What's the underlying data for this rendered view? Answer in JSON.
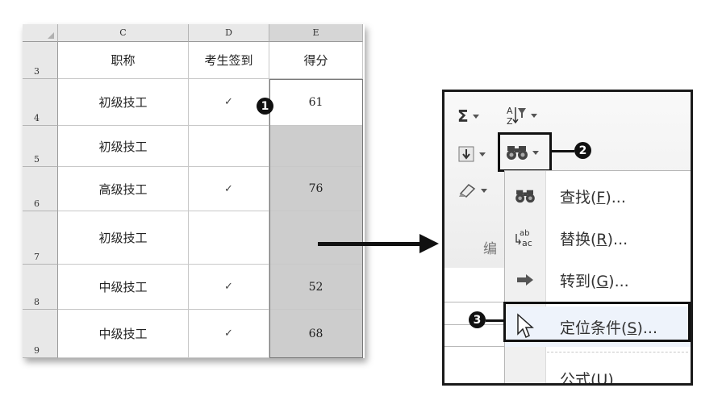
{
  "spreadsheet": {
    "column_headers": [
      "C",
      "D",
      "E"
    ],
    "header_row": {
      "row_number": "3",
      "cells": [
        "职称",
        "考生签到",
        "得分"
      ]
    },
    "rows": [
      {
        "row_number": "4",
        "title": "初级技工",
        "checkin": "✓",
        "score": "61"
      },
      {
        "row_number": "5",
        "title": "初级技工",
        "checkin": "",
        "score": ""
      },
      {
        "row_number": "6",
        "title": "高级技工",
        "checkin": "✓",
        "score": "76"
      },
      {
        "row_number": "7",
        "title": "初级技工",
        "checkin": "",
        "score": ""
      },
      {
        "row_number": "8",
        "title": "中级技工",
        "checkin": "✓",
        "score": "52"
      },
      {
        "row_number": "9",
        "title": "中级技工",
        "checkin": "✓",
        "score": "68"
      }
    ]
  },
  "steps": {
    "one": "1",
    "two": "2",
    "three": "3"
  },
  "ribbon": {
    "group_label": "编",
    "sum_symbol": "Σ",
    "sort_symbol": "A↓Z",
    "find_symbol": "⚲⚲"
  },
  "menu": {
    "items": [
      {
        "label": "查找(",
        "key": "F",
        "suffix": ")...",
        "icon": "binoculars-icon"
      },
      {
        "label": "替换(",
        "key": "R",
        "suffix": ")...",
        "icon": "replace-icon"
      },
      {
        "label": "转到(",
        "key": "G",
        "suffix": ")...",
        "icon": "goto-arrow-icon"
      },
      {
        "label": "定位条件(",
        "key": "S",
        "suffix": ")...",
        "icon": "pointer-icon"
      },
      {
        "label": "公式(",
        "key": "U",
        "suffix": ")",
        "icon": ""
      }
    ]
  },
  "colors": {
    "selected_fill": "#cdcdcd",
    "badge": "#111111",
    "highlight_border": "#111111"
  }
}
